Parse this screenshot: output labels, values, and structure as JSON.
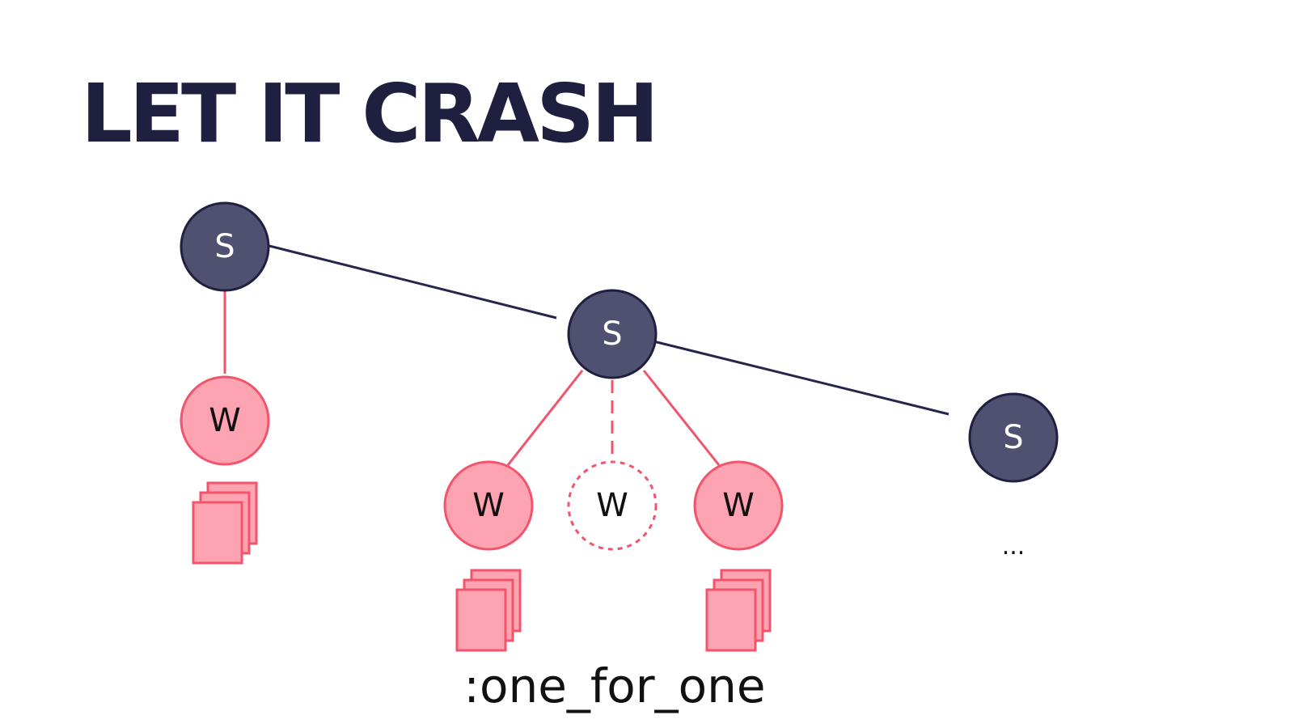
{
  "slide": {
    "title": "LET IT CRASH",
    "strategy_label": ":one_for_one",
    "ellipsis": "...",
    "supervisor_label": "S",
    "worker_label": "W"
  },
  "colors": {
    "title": "#1f2040",
    "supervisor_fill": "#505170",
    "supervisor_stroke": "#1f2040",
    "worker_fill": "#fda3b1",
    "worker_stroke": "#f2546b",
    "link_supervisor": "#25264a",
    "link_worker": "#f2546b"
  }
}
